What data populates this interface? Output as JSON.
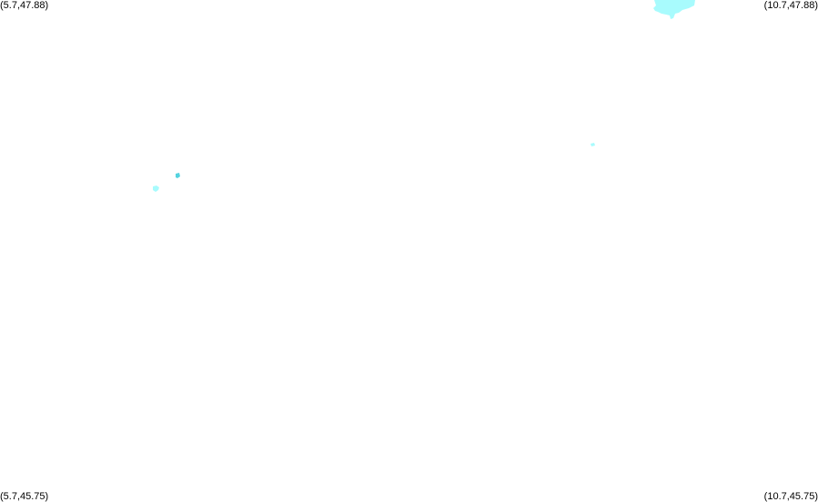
{
  "map": {
    "corner_labels": {
      "top_left": "(5.7,47.88)",
      "top_right": "(10.7,47.88)",
      "bottom_left": "(5.7,45.75)",
      "bottom_right": "(10.7,45.75)"
    },
    "colors": {
      "background": "#ffffff",
      "water_fill": "#a8fbfd",
      "water_fill_dark": "#54d3df",
      "label_text": "#000000"
    }
  }
}
